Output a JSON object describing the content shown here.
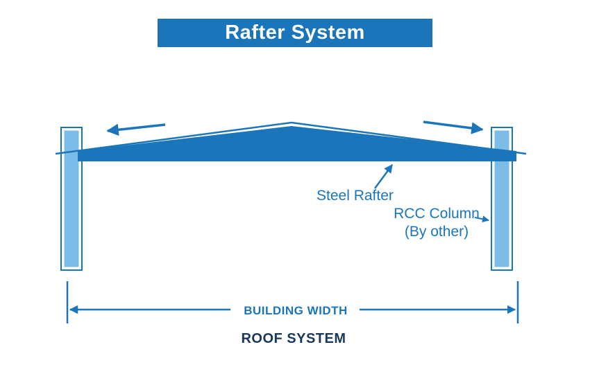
{
  "header": {
    "title": "Rafter System"
  },
  "colors": {
    "banner_bg": "#1b75bb",
    "banner_text": "#ffffff",
    "rafter_fill": "#1b75bb",
    "column_fill": "#7cbce8",
    "line_color": "#1b75bb",
    "label_color": "#1b75bb",
    "footer_text_color": "#17375e"
  },
  "diagram": {
    "steel_rafter_label": "Steel Rafter",
    "rcc_column_label_line1": "RCC Column",
    "rcc_column_label_line2": "(By other)",
    "building_width_label": "BUILDING WIDTH",
    "roof_system_label": "ROOF SYSTEM"
  }
}
